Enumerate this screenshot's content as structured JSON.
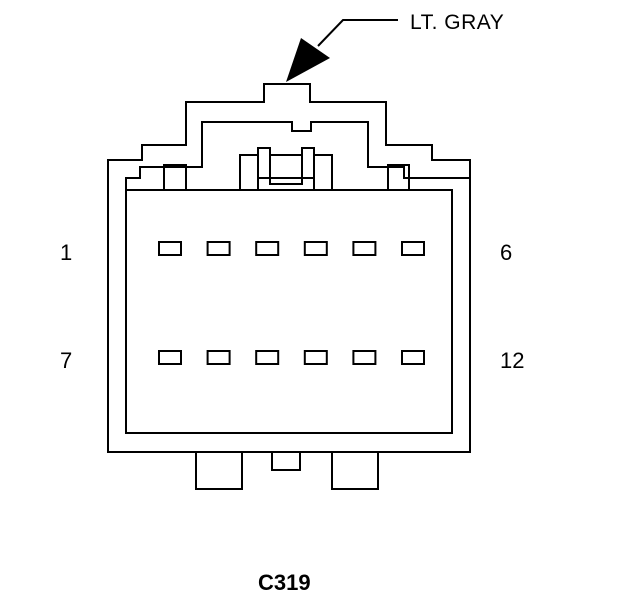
{
  "wire_color_label": "LT. GRAY",
  "connector_id": "C319",
  "pin_labels": {
    "top_left": "1",
    "top_right": "6",
    "bottom_left": "7",
    "bottom_right": "12"
  },
  "pin_rows": 2,
  "pins_per_row": 6,
  "colors": {
    "line": "#000000",
    "background": "#ffffff"
  }
}
